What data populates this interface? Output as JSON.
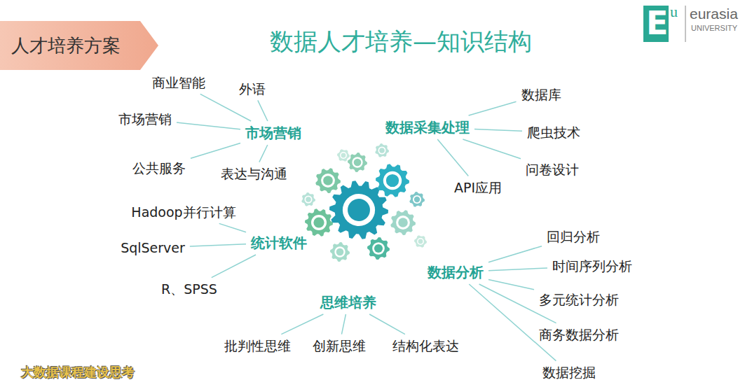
{
  "diagram": {
    "title": "数据人才培养—知识结构",
    "nodes": [
      {
        "text": [
          "人才培养方案"
        ]
      },
      {
        "text": [
          "市场营销"
        ]
      },
      {
        "text": [
          "商业智能"
        ]
      },
      {
        "text": [
          "外语"
        ]
      },
      {
        "text": [
          "市场营销"
        ]
      },
      {
        "text": [
          "公共服务"
        ]
      },
      {
        "text": [
          "表达与沟通"
        ]
      },
      {
        "text": [
          "数据采集处理"
        ]
      },
      {
        "text": [
          "数据库"
        ]
      },
      {
        "text": [
          "爬虫技术"
        ]
      },
      {
        "text": [
          "问卷设计"
        ]
      },
      {
        "text": [
          "API应用"
        ]
      },
      {
        "text": [
          "统计软件"
        ]
      },
      {
        "text": [
          "Hadoop并行计算"
        ]
      },
      {
        "text": [
          "SqlServer"
        ]
      },
      {
        "text": [
          "R、SPSS"
        ]
      },
      {
        "text": [
          "数据分析"
        ]
      },
      {
        "text": [
          "回归分析"
        ]
      },
      {
        "text": [
          "时间序列分析"
        ]
      },
      {
        "text": [
          "多元统计分析"
        ]
      },
      {
        "text": [
          "商务数据分析"
        ]
      },
      {
        "text": [
          "数据挖掘"
        ]
      },
      {
        "text": [
          "思维培养"
        ]
      },
      {
        "text": [
          "批判性思维"
        ]
      },
      {
        "text": [
          "创新思维"
        ]
      },
      {
        "text": [
          "结构化表达"
        ]
      }
    ],
    "edges": [
      {
        "from": 1,
        "to": 2,
        "arrow": "none"
      },
      {
        "from": 1,
        "to": 3,
        "arrow": "none"
      },
      {
        "from": 1,
        "to": 4,
        "arrow": "none"
      },
      {
        "from": 1,
        "to": 5,
        "arrow": "none"
      },
      {
        "from": 1,
        "to": 6,
        "arrow": "none"
      },
      {
        "from": 7,
        "to": 8,
        "arrow": "none"
      },
      {
        "from": 7,
        "to": 9,
        "arrow": "none"
      },
      {
        "from": 7,
        "to": 10,
        "arrow": "none"
      },
      {
        "from": 7,
        "to": 11,
        "arrow": "none"
      },
      {
        "from": 12,
        "to": 13,
        "arrow": "none"
      },
      {
        "from": 12,
        "to": 14,
        "arrow": "none"
      },
      {
        "from": 12,
        "to": 15,
        "arrow": "none"
      },
      {
        "from": 16,
        "to": 17,
        "arrow": "none"
      },
      {
        "from": 16,
        "to": 18,
        "arrow": "none"
      },
      {
        "from": 16,
        "to": 19,
        "arrow": "none"
      },
      {
        "from": 16,
        "to": 20,
        "arrow": "none"
      },
      {
        "from": 16,
        "to": 21,
        "arrow": "none"
      },
      {
        "from": 22,
        "to": 23,
        "arrow": "none"
      },
      {
        "from": 22,
        "to": 24,
        "arrow": "none"
      },
      {
        "from": 22,
        "to": 25,
        "arrow": "none"
      }
    ],
    "labels": [
      "E",
      "u",
      "eurasia",
      "UNIVERSITY",
      "大数据课程建设思考"
    ]
  }
}
